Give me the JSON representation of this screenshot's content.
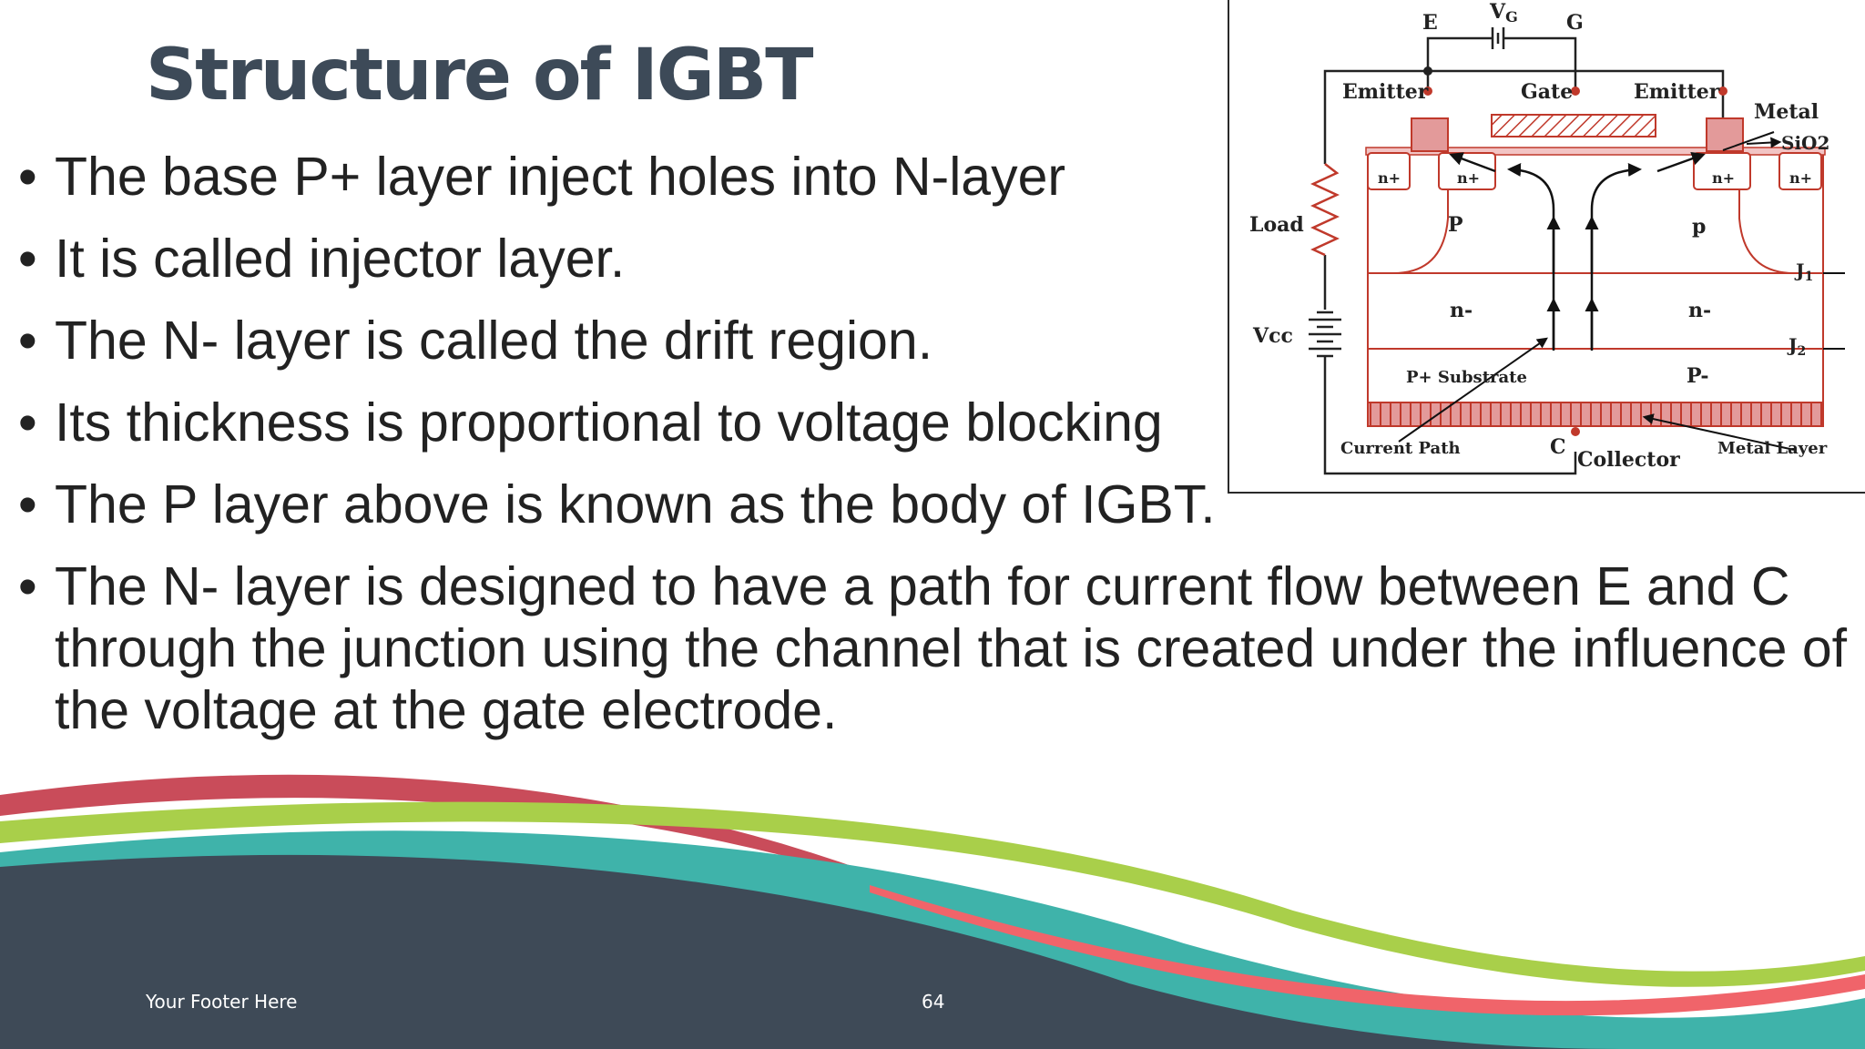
{
  "slide": {
    "title": "Structure of IGBT",
    "bullets": [
      "The base P+ layer inject holes into N-layer",
      "It is called injector layer.",
      "The N- layer is called the drift region.",
      "Its thickness is proportional to voltage blocking",
      "The P layer above is known as the body of IGBT.",
      "The N- layer is designed to have a path for current flow between E and C through the junction using the channel that is created under the influence of the voltage at the gate electrode."
    ],
    "bullet_symbol": "•",
    "footer": "Your Footer Here",
    "page_number": "64"
  },
  "diagram": {
    "labels": {
      "e_top": "E",
      "vg": "V",
      "vg_sub": "G",
      "g_top": "G",
      "emitter_left": "Emitter",
      "gate": "Gate",
      "emitter_right": "Emitter",
      "metal": "Metal",
      "sio2": "SiO2",
      "n_plus_1": "n+",
      "n_plus_2": "n+",
      "n_plus_3": "n+",
      "n_plus_4": "n+",
      "load": "Load",
      "p_left": "P",
      "p_right": "p",
      "j1": "J",
      "j1_sub": "1",
      "n_minus_left": "n-",
      "n_minus_right": "n-",
      "j2": "J",
      "j2_sub": "2",
      "vcc": "Vcc",
      "p_plus_substrate": "P+ Substrate",
      "p_minus": "P-",
      "current_path": "Current Path",
      "c": "C",
      "collector": "Collector",
      "metal_layer": "Metal Layer"
    }
  },
  "colors": {
    "title": "#3d4a58",
    "diagram_red": "#c0392b",
    "metal_fill": "#e39a9a",
    "footer_band": "#3e4a57",
    "wave_red": "#c94c5a",
    "wave_green": "#a9cf4a",
    "wave_teal": "#3fb3aa",
    "wave_coral": "#f0646a"
  }
}
